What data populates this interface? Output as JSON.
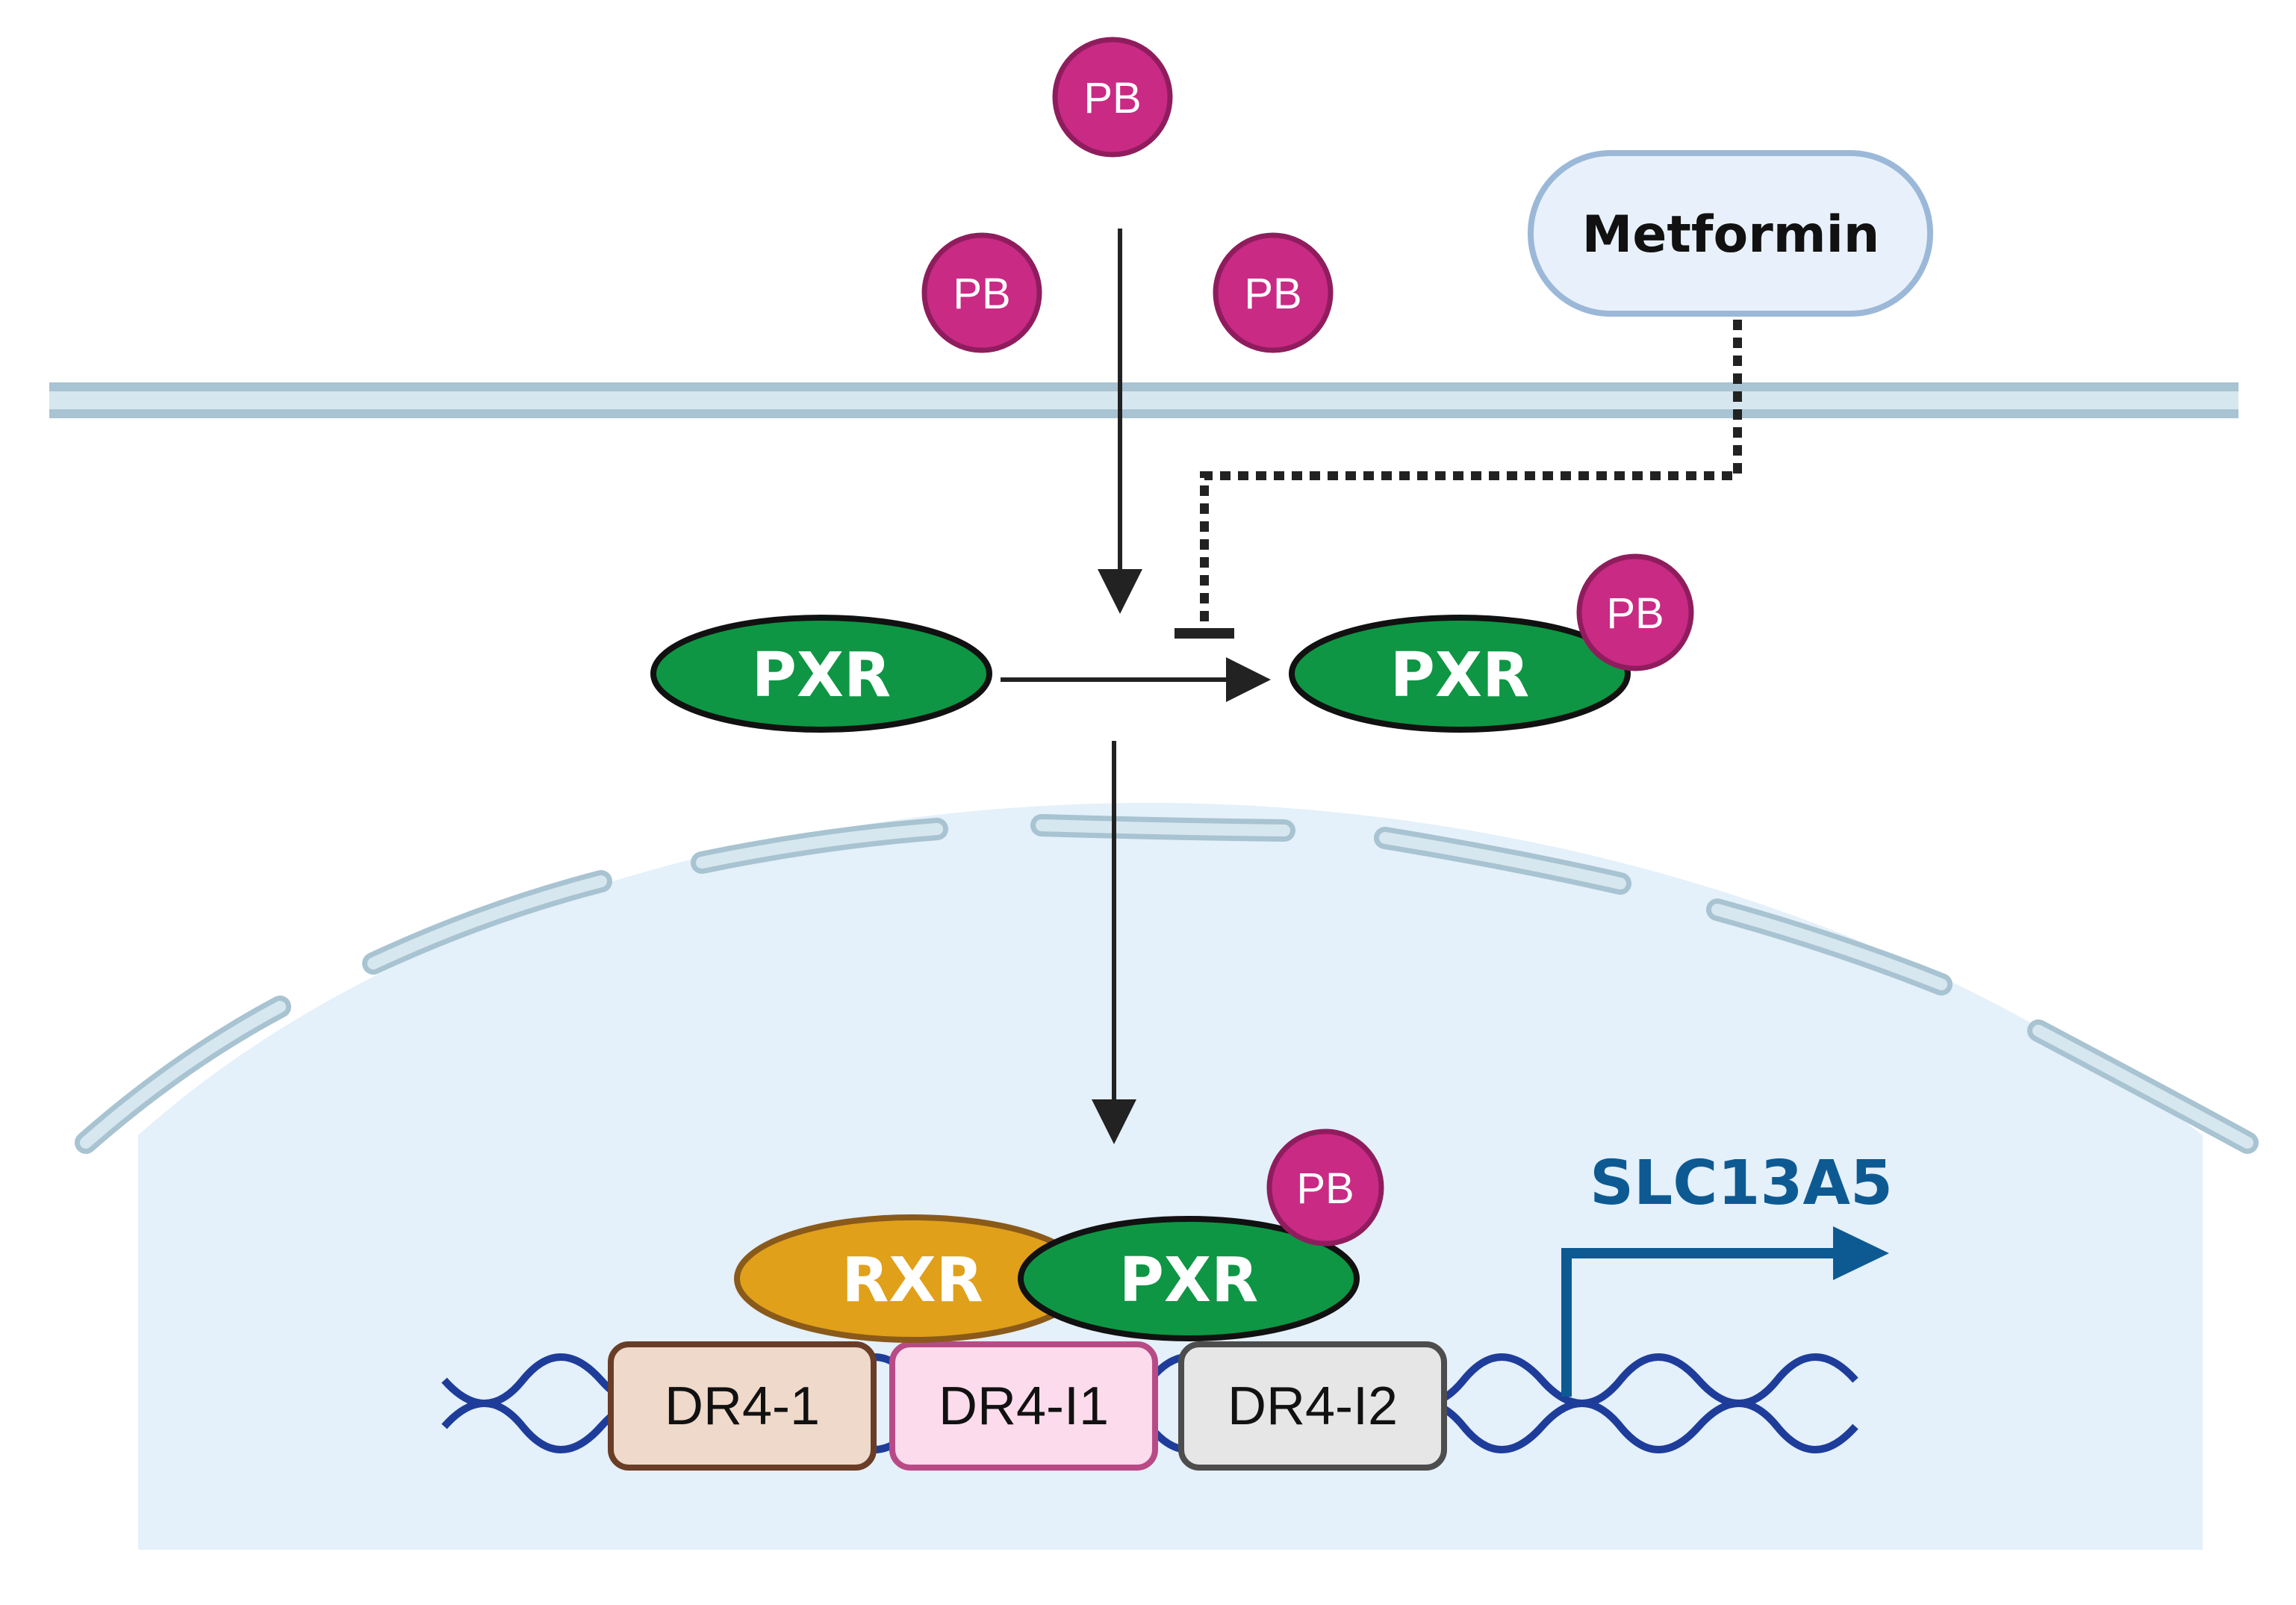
{
  "ligand": {
    "label": "PB"
  },
  "drug": {
    "label": "Metformin"
  },
  "receptors": {
    "pxr_label": "PXR",
    "rxr_label": "RXR"
  },
  "response_elements": [
    {
      "label": "DR4-1"
    },
    {
      "label": "DR4-I1"
    },
    {
      "label": "DR4-I2"
    }
  ],
  "target_gene": {
    "label": "SLC13A5"
  },
  "colors": {
    "pb": "#c92a84",
    "pxr": "#0e9644",
    "rxr": "#e0a01a",
    "membrane": "#d7e7ef",
    "membrane_edge": "#a8c3d1",
    "nucleus_fill": "#e4f0fa",
    "dna": "#1e3d9a",
    "gene": "#0d5a93",
    "dr4_1": "#efd9cb",
    "dr4_i1": "#fcdcec",
    "dr4_i2": "#e6e6e6"
  }
}
